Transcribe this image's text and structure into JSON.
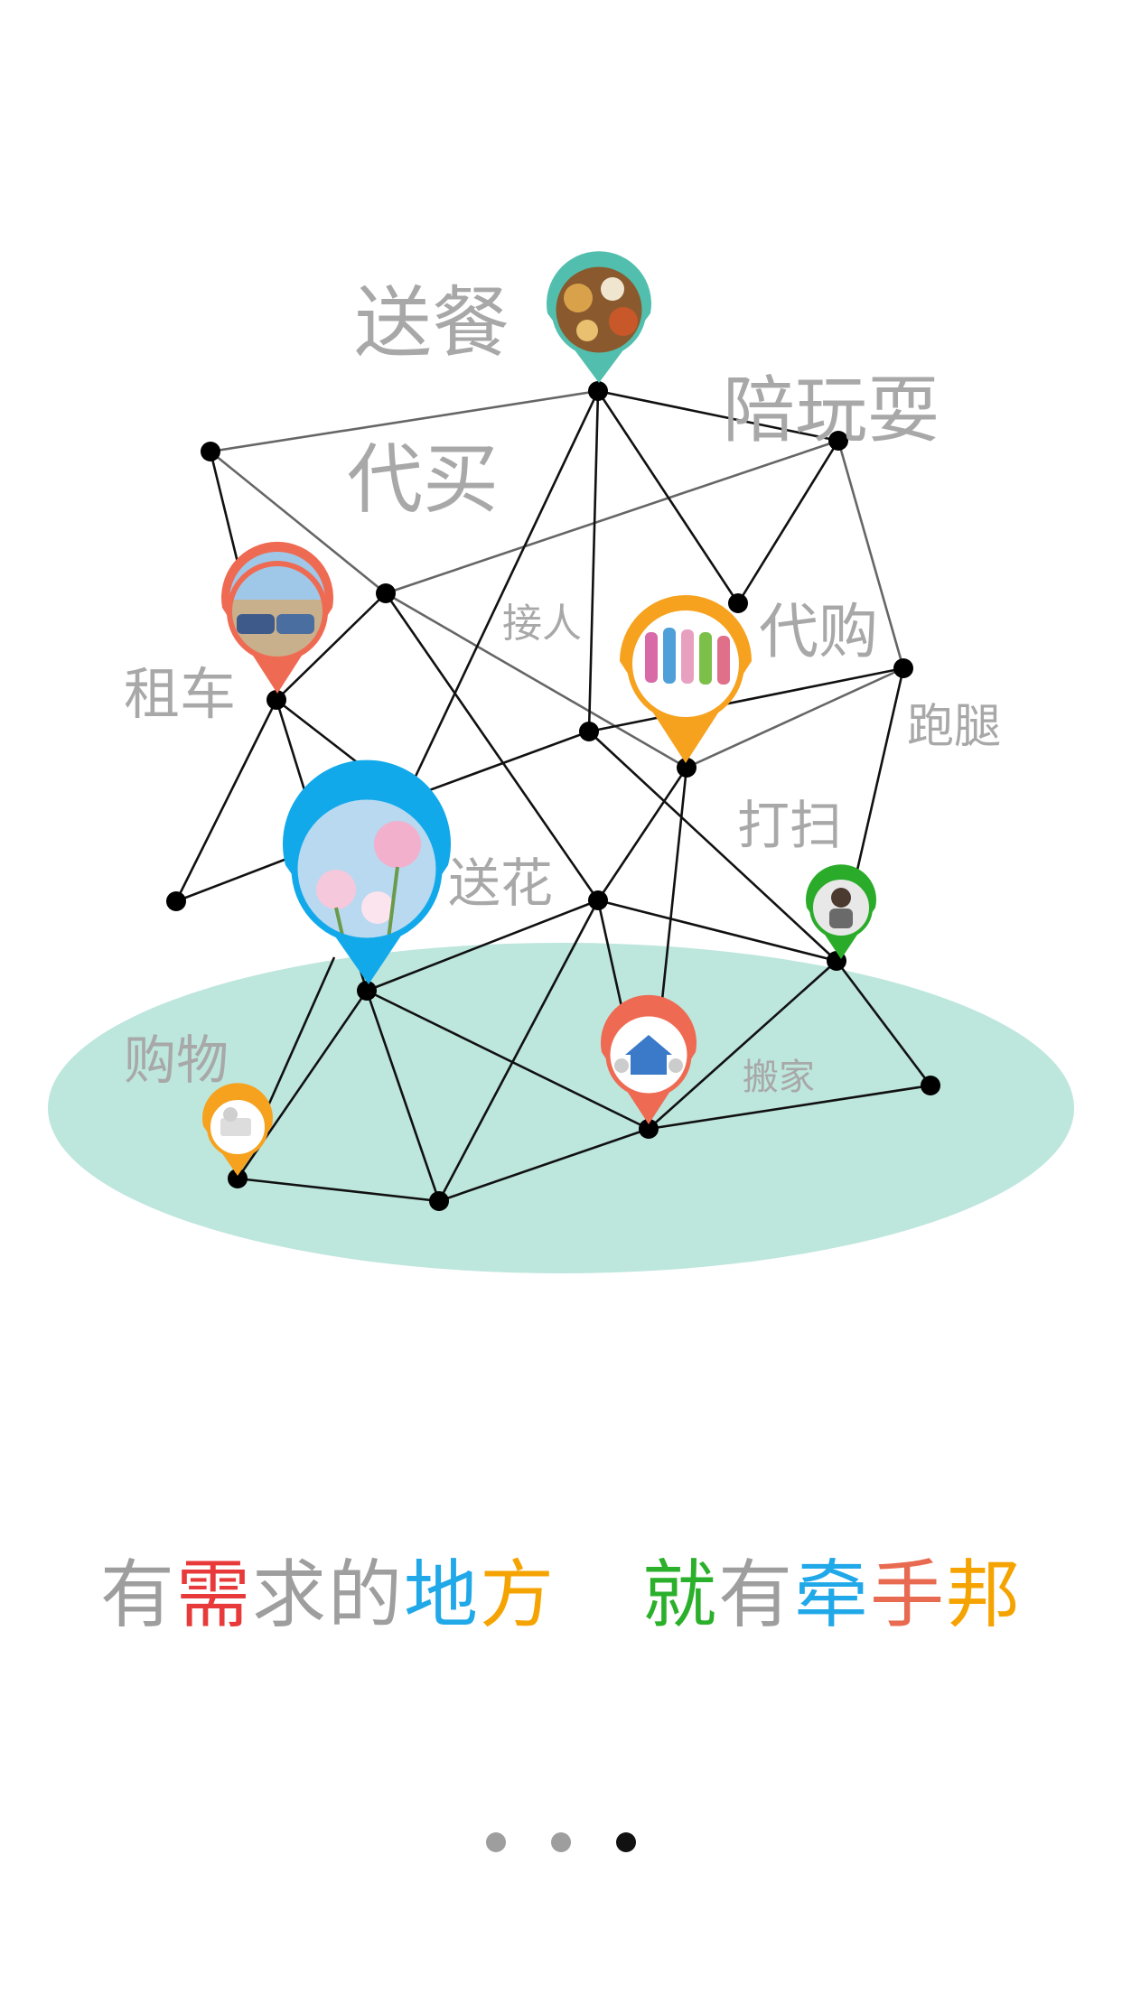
{
  "service_labels": {
    "food_delivery": "送餐",
    "companion_play": "陪玩耍",
    "proxy_buy": "代买",
    "pickup": "接人",
    "proxy_purchase": "代购",
    "car_rental": "租车",
    "errands": "跑腿",
    "cleaning": "打扫",
    "flower_delivery": "送花",
    "shopping": "购物",
    "moving": "搬家"
  },
  "slogan": {
    "part1": [
      {
        "text": "有",
        "color": "#9e9e9e"
      },
      {
        "text": "需",
        "color": "#e83a3a"
      },
      {
        "text": "求的",
        "color": "#9e9e9e"
      },
      {
        "text": "地",
        "color": "#20a8e8"
      },
      {
        "text": "方",
        "color": "#f5a300"
      }
    ],
    "part2": [
      {
        "text": "就",
        "color": "#2bb02b"
      },
      {
        "text": "有",
        "color": "#9e9e9e"
      },
      {
        "text": "牵",
        "color": "#20a8e8"
      },
      {
        "text": "手",
        "color": "#e86a50"
      },
      {
        "text": "邦",
        "color": "#f5a300"
      }
    ]
  },
  "pager": {
    "count": 3,
    "active_index": 2
  },
  "colors": {
    "ground_ellipse": "#bde6dd",
    "pin_teal": "#52bfae",
    "pin_red": "#ef6a52",
    "pin_orange": "#f6a21e",
    "pin_blue": "#12a9ea",
    "pin_green": "#2aac2a",
    "label_gray": "#a8a8a8"
  }
}
